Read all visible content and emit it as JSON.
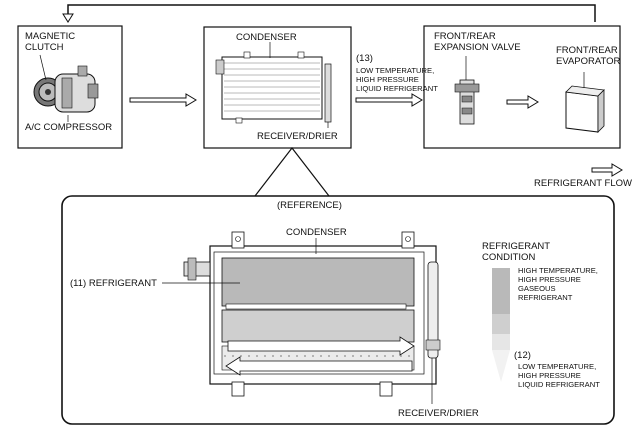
{
  "top": {
    "magnetic_clutch": "MAGNETIC\nCLUTCH",
    "ac_compressor": "A/C COMPRESSOR",
    "condenser": "CONDENSER",
    "receiver_drier": "RECEIVER/DRIER",
    "callout_13": "(13)",
    "low_temp_liquid": "LOW TEMPERATURE,\nHIGH PRESSURE\nLIQUID REFRIGERANT",
    "expansion_valve": "FRONT/REAR\nEXPANSION VALVE",
    "evaporator": "FRONT/REAR\nEVAPORATOR",
    "refrigerant_flow": "REFRIGERANT FLOW"
  },
  "reference": {
    "title": "(REFERENCE)",
    "condenser": "CONDENSER",
    "refrigerant_11": "(11) REFRIGERANT",
    "refrigerant_condition": "REFRIGERANT\nCONDITION",
    "high_temp_gas": "HIGH TEMPERATURE,\nHIGH PRESSURE\nGASEOUS\nREFRIGERANT",
    "callout_12": "(12)",
    "low_temp_liquid": "LOW TEMPERATURE,\nHIGH PRESSURE\nLIQUID REFRIGERANT",
    "receiver_drier": "RECEIVER/DRIER"
  },
  "colors": {
    "line": "#111111",
    "gas_gray": "#b9b9b9",
    "mid_gray": "#cfcfcf",
    "light_gray": "#e6e6e6"
  }
}
